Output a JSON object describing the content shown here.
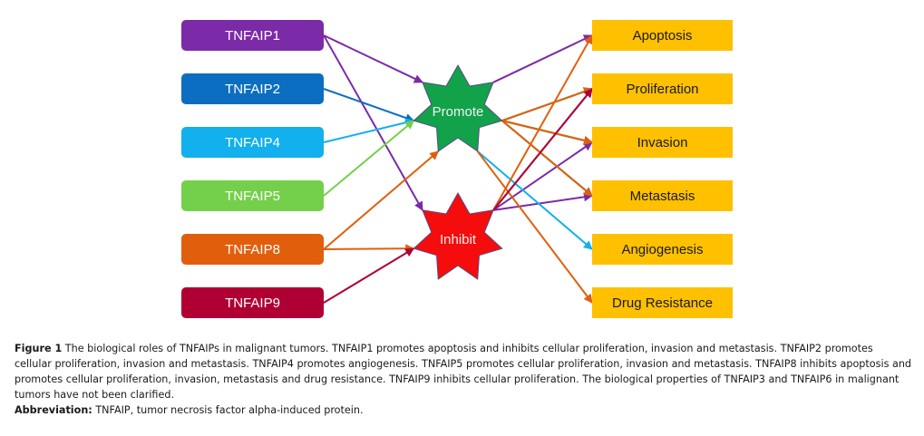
{
  "diagram": {
    "sources": [
      {
        "id": "p1",
        "label": "TNFAIP1",
        "color": "#7b2aa8"
      },
      {
        "id": "p2",
        "label": "TNFAIP2",
        "color": "#0b6ec0"
      },
      {
        "id": "p4",
        "label": "TNFAIP4",
        "color": "#12b0ec"
      },
      {
        "id": "p5",
        "label": "TNFAIP5",
        "color": "#74d04a"
      },
      {
        "id": "p8",
        "label": "TNFAIP8",
        "color": "#e15f0c"
      },
      {
        "id": "p9",
        "label": "TNFAIP9",
        "color": "#b00033"
      }
    ],
    "hubs": [
      {
        "id": "promote",
        "label": "Promote",
        "color": "#12a24a"
      },
      {
        "id": "inhibit",
        "label": "Inhibit",
        "color": "#f50c0c"
      }
    ],
    "outcomes": [
      {
        "id": "apoptosis",
        "label": "Apoptosis"
      },
      {
        "id": "proliferation",
        "label": "Proliferation"
      },
      {
        "id": "invasion",
        "label": "Invasion"
      },
      {
        "id": "metastasis",
        "label": "Metastasis"
      },
      {
        "id": "angiogenesis",
        "label": "Angiogenesis"
      },
      {
        "id": "drug",
        "label": "Drug Resistance"
      }
    ],
    "outcome_color": "#ffc000",
    "relations": [
      {
        "source": "p1",
        "hub": "promote",
        "targets": [
          "apoptosis"
        ]
      },
      {
        "source": "p1",
        "hub": "inhibit",
        "targets": [
          "proliferation",
          "invasion",
          "metastasis"
        ]
      },
      {
        "source": "p2",
        "hub": "promote",
        "targets": [
          "proliferation",
          "invasion",
          "metastasis"
        ]
      },
      {
        "source": "p4",
        "hub": "promote",
        "targets": [
          "angiogenesis"
        ]
      },
      {
        "source": "p5",
        "hub": "promote",
        "targets": [
          "proliferation",
          "invasion",
          "metastasis"
        ]
      },
      {
        "source": "p8",
        "hub": "inhibit",
        "targets": [
          "apoptosis"
        ]
      },
      {
        "source": "p8",
        "hub": "promote",
        "targets": [
          "proliferation",
          "invasion",
          "metastasis",
          "drug"
        ]
      },
      {
        "source": "p9",
        "hub": "inhibit",
        "targets": [
          "proliferation"
        ]
      }
    ]
  },
  "caption": {
    "figure_label": "Figure 1",
    "figure_text": "The biological roles of TNFAIPs in malignant tumors. TNFAIP1 promotes apoptosis and inhibits cellular proliferation, invasion and metastasis. TNFAIP2 promotes cellular proliferation, invasion and metastasis. TNFAIP4 promotes angiogenesis. TNFAIP5 promotes cellular proliferation, invasion and metastasis. TNFAIP8 inhibits apoptosis and promotes cellular proliferation, invasion, metastasis and drug resistance. TNFAIP9 inhibits cellular proliferation. The biological properties of TNFAIP3 and TNFAIP6 in malignant tumors have not been clarified.",
    "abbreviation_label": "Abbreviation:",
    "abbreviation_text": "TNFAIP, tumor necrosis factor alpha-induced protein."
  }
}
